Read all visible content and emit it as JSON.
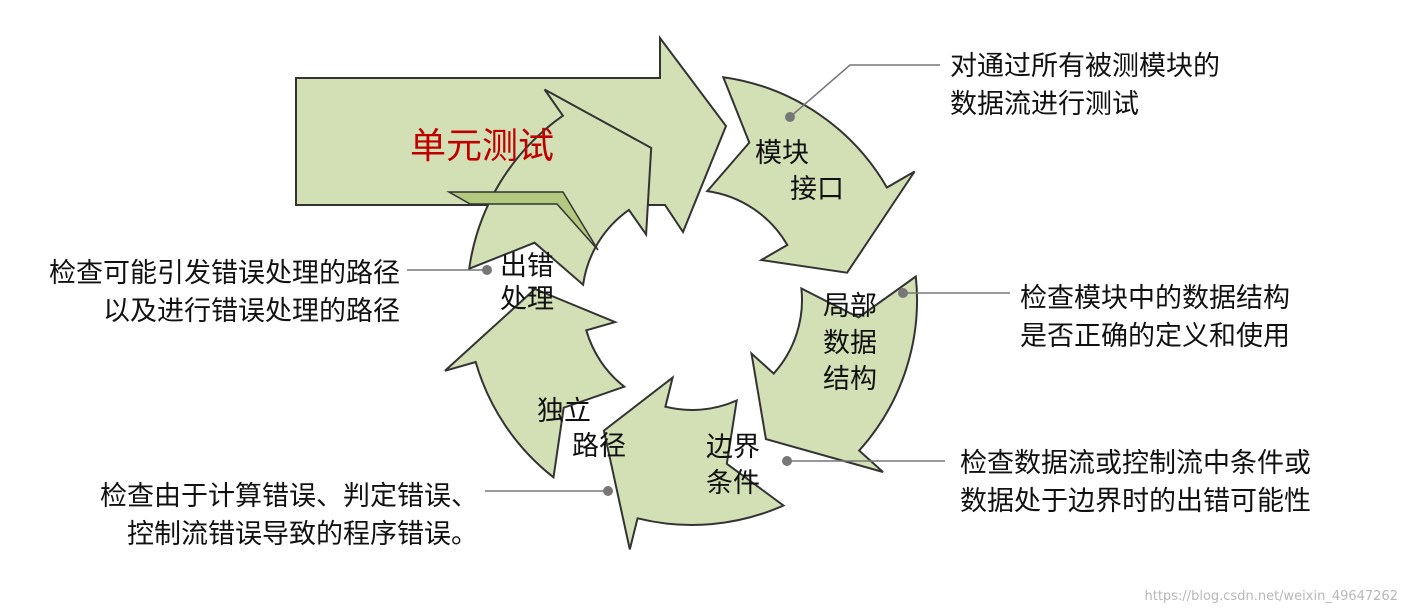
{
  "colors": {
    "fill": "#d3e0b5",
    "overlap": "#b3c97f",
    "stroke": "#333333",
    "title": "#c00000",
    "leader": "#777777"
  },
  "title": "单元测试",
  "steps": [
    {
      "lines": [
        "模块",
        "接口"
      ],
      "note": [
        "对通过所有被测模块的",
        "数据流进行测试"
      ]
    },
    {
      "lines": [
        "局部",
        "数据",
        "结构"
      ],
      "note": [
        "检查模块中的数据结构",
        "是否正确的定义和使用"
      ]
    },
    {
      "lines": [
        "边界",
        "条件"
      ],
      "note": [
        "检查数据流或控制流中条件或",
        "数据处于边界时的出错可能性"
      ]
    },
    {
      "lines": [
        "独立",
        "路径"
      ],
      "note": [
        "检查由于计算错误、判定错误、",
        "控制流错误导致的程序错误。"
      ]
    },
    {
      "lines": [
        "出错",
        "处理"
      ],
      "note": [
        "检查可能引发错误处理的路径",
        "以及进行错误处理的路径"
      ]
    }
  ],
  "watermark": "https://blog.csdn.net/weixin_49647262"
}
